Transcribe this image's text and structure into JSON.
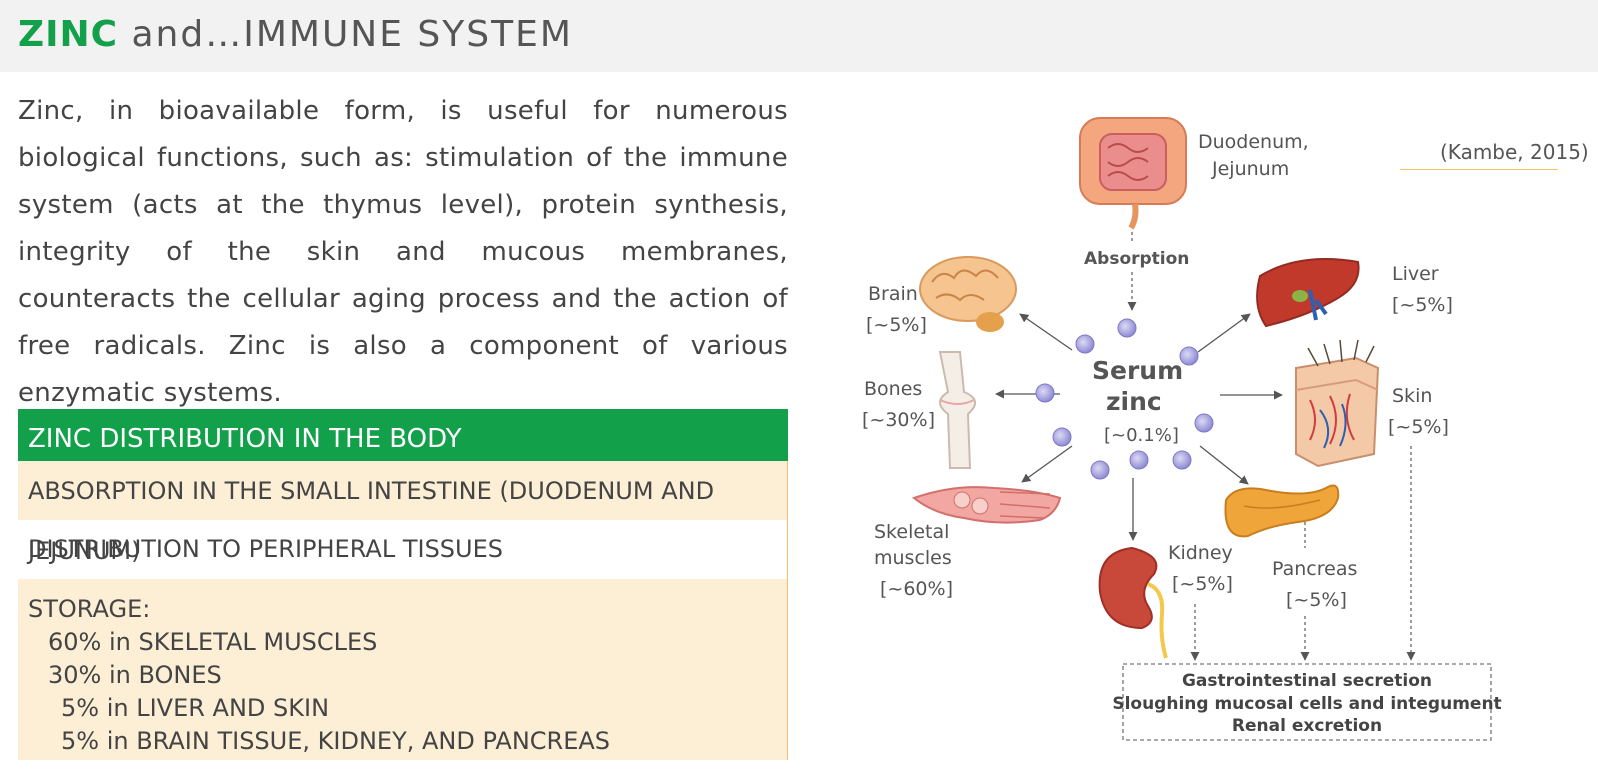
{
  "header": {
    "title_zinc": "ZINC",
    "title_rest": " and…IMMUNE SYSTEM"
  },
  "intro": "Zinc, in bioavailable form, is useful for numerous biological functions, such as: stimulation of the immune system (acts at the thymus level), protein synthesis, integrity of the skin and mucous membranes, counteracts the cellular aging process and the action of free radicals. Zinc is also a component of various enzymatic systems.",
  "table": {
    "heading": "ZINC DISTRIBUTION IN THE BODY",
    "row1": "ABSORPTION IN THE SMALL INTESTINE (DUODENUM AND JEJUNUM)",
    "row2": "DISTRIBUTION TO PERIPHERAL TISSUES",
    "storage_title": "STORAGE:",
    "storage_items": [
      "60% in SKELETAL MUSCLES",
      "30% in BONES",
      "5% in LIVER AND SKIN",
      "5% in BRAIN TISSUE, KIDNEY, AND PANCREAS"
    ]
  },
  "diagram": {
    "citation": "(Kambe, 2015)",
    "center_line1": "Serum",
    "center_line2": "zinc",
    "center_pct": "[~0.1%]",
    "absorption": "Absorption",
    "duodenum_line1": "Duodenum,",
    "duodenum_line2": "Jejunum",
    "brain": "Brain",
    "brain_pct": "[~5%]",
    "liver": "Liver",
    "liver_pct": "[~5%]",
    "bones": "Bones",
    "bones_pct": "[~30%]",
    "skin": "Skin",
    "skin_pct": "[~5%]",
    "muscles_line1": "Skeletal",
    "muscles_line2": "muscles",
    "muscles_pct": "[~60%]",
    "kidney": "Kidney",
    "kidney_pct": "[~5%]",
    "pancreas": "Pancreas",
    "pancreas_pct": "[~5%]",
    "excretion": [
      "Gastrointestinal secretion",
      "Sloughing mucosal cells and integument",
      "Renal excretion"
    ]
  },
  "colors": {
    "green": "#12a04a",
    "tan": "#fdefd6",
    "header_bg": "#f2f2f2",
    "zinc_ion": "#a9a6e0"
  }
}
